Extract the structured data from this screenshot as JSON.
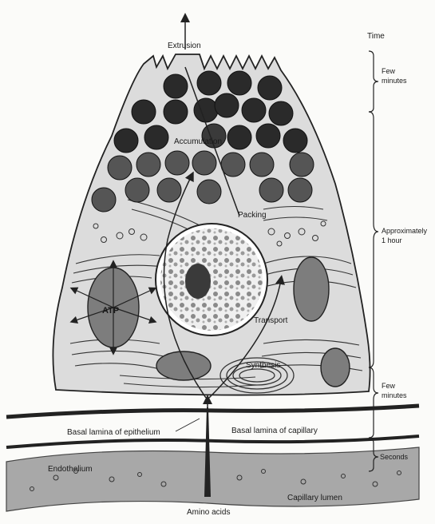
{
  "diagram": {
    "labels": {
      "extrusion": "Extrusion",
      "accumulation": "Accumulation",
      "packing": "Packing",
      "transport": "Transport",
      "synthesis": "Synthesis",
      "atp": "ATP",
      "basal_lamina_epithelium": "Basal lamina of epithelium",
      "basal_lamina_capillary": "Basal lamina of capillary",
      "endothelium": "Endothelium",
      "amino_acids": "Amino acids",
      "capillary_lumen": "Capillary lumen"
    },
    "timeline": {
      "heading": "Time",
      "stage1_line1": "Few",
      "stage1_line2": "minutes",
      "stage2_line1": "Approximately",
      "stage2_line2": "1 hour",
      "stage3_line1": "Few",
      "stage3_line2": "minutes",
      "stage4": "Seconds"
    },
    "colors": {
      "granule_dark": "#2a2a2a",
      "granule_mid": "#555555",
      "mitochondria": "#7d7d7d",
      "cytoplasm": "#d8d8d8",
      "endothelium": "#a6a6a6",
      "line": "#222222"
    }
  }
}
